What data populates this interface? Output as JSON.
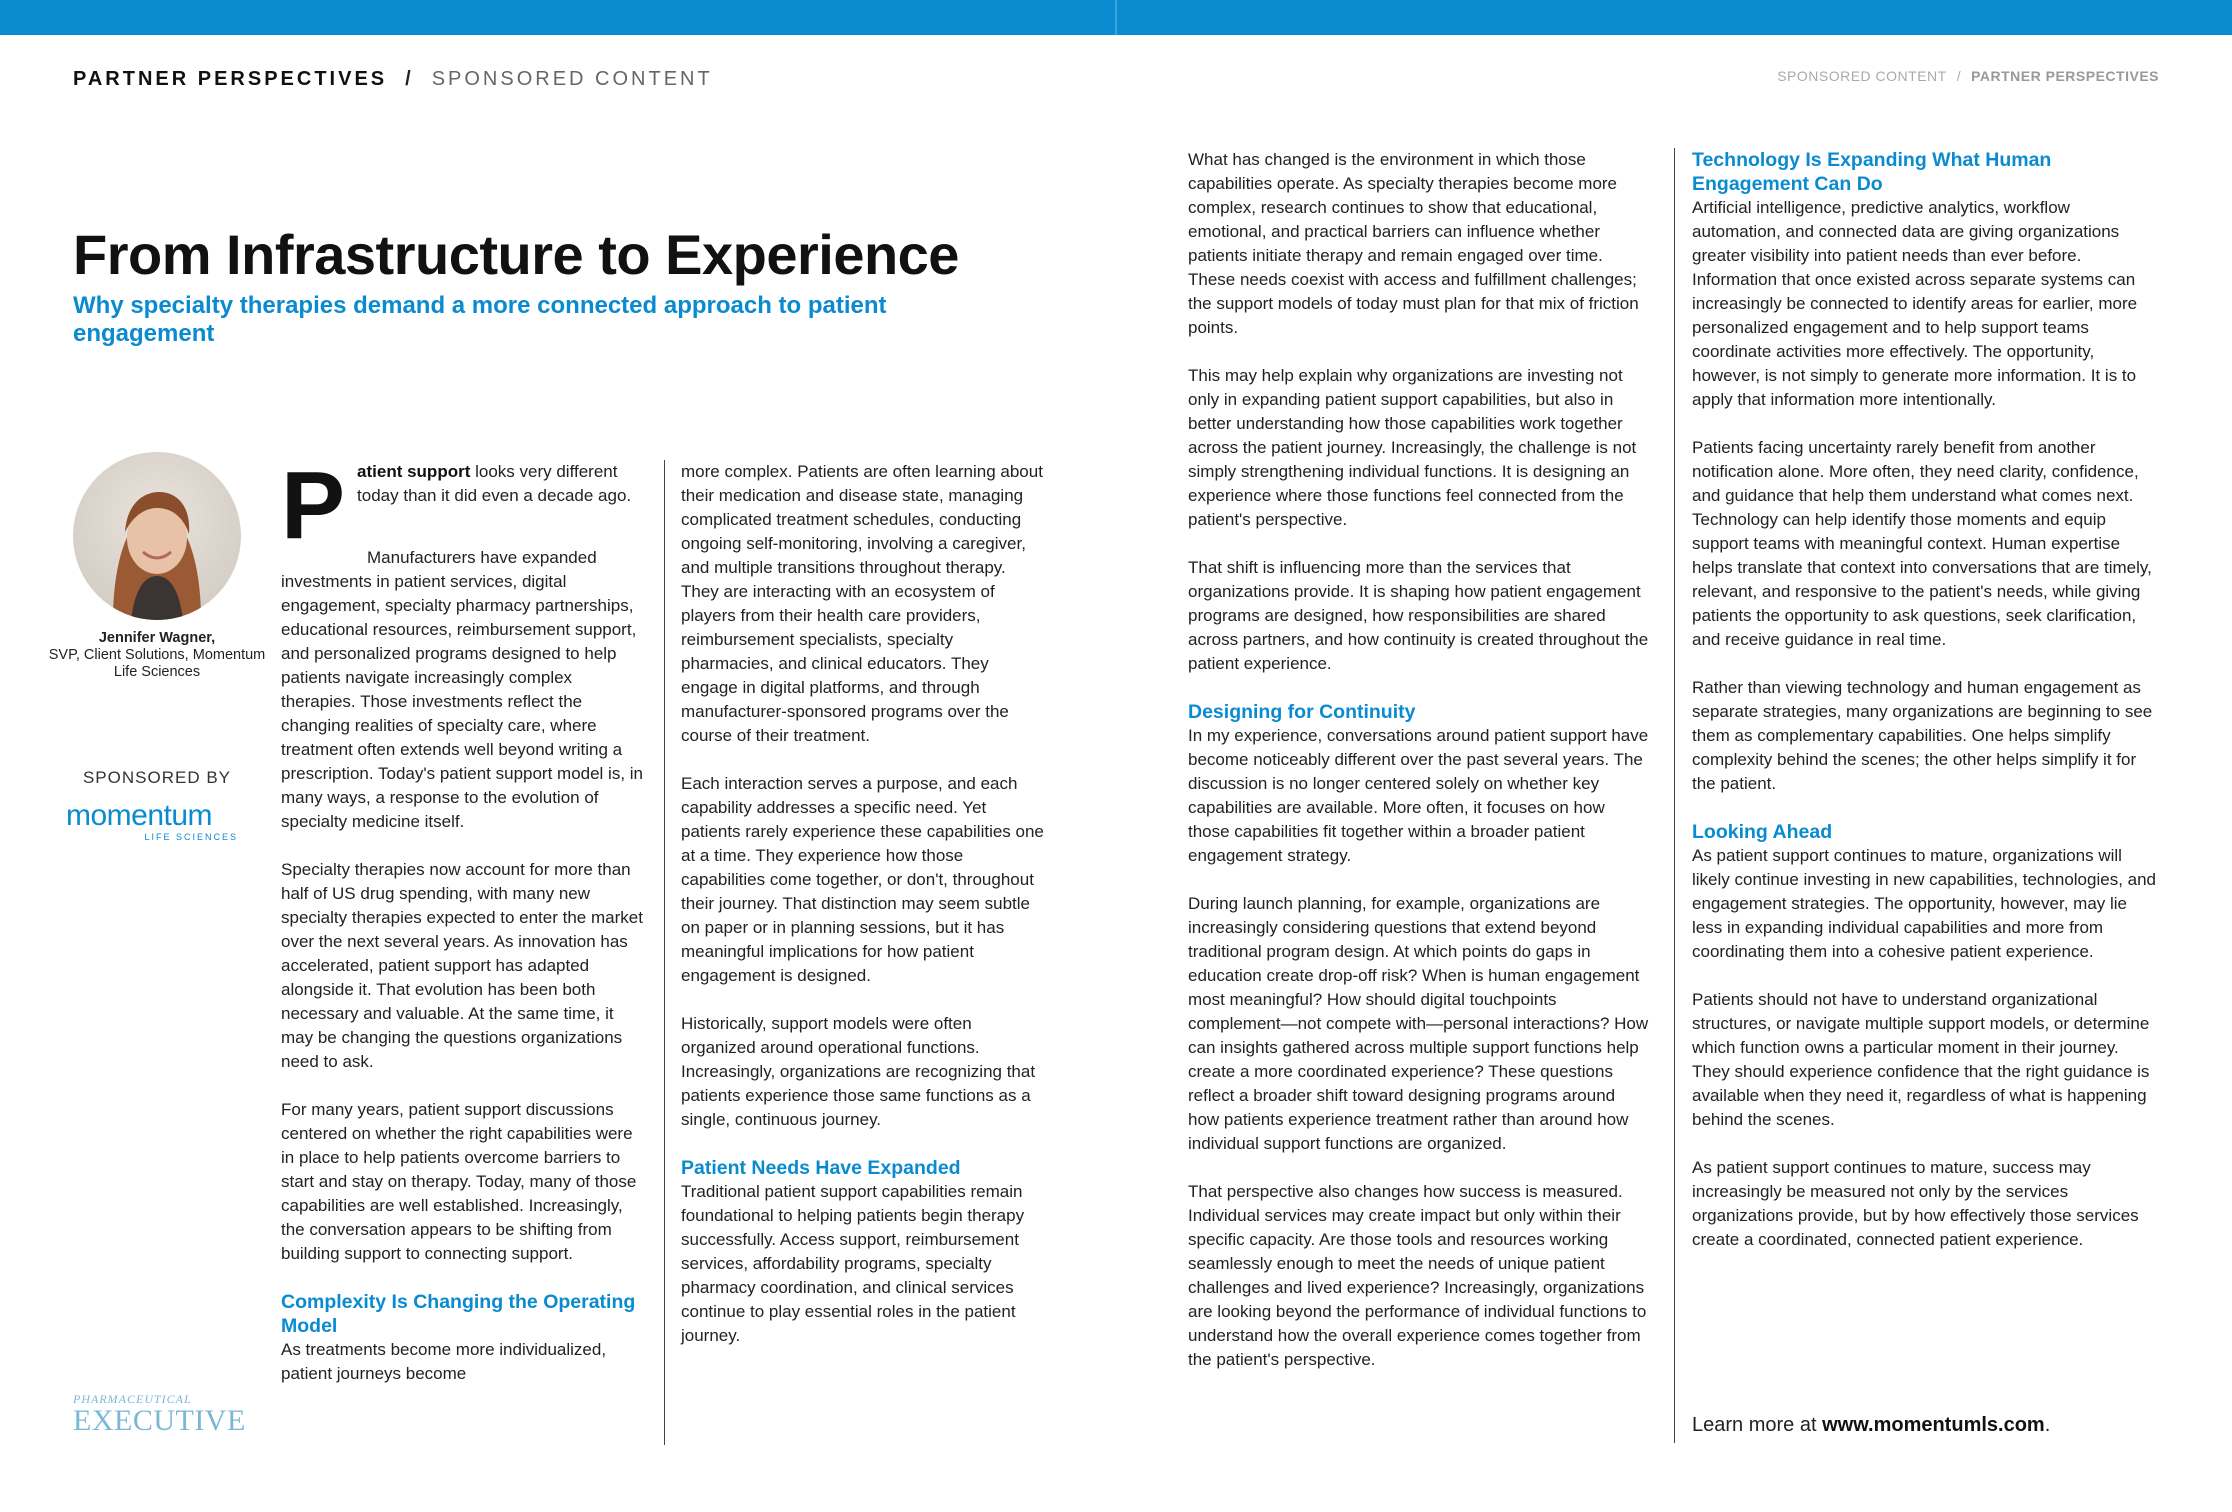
{
  "header": {
    "left_bold": "PARTNER PERSPECTIVES",
    "slash": "/",
    "left_thin": "SPONSORED CONTENT",
    "right_thin": "SPONSORED CONTENT",
    "right_slash": "/",
    "right_bold": "PARTNER PERSPECTIVES"
  },
  "article": {
    "title": "From Infrastructure to Experience",
    "subtitle": "Why specialty therapies demand a more connected approach to patient engagement"
  },
  "author": {
    "name": "Jennifer Wagner,",
    "role": "SVP, Client Solutions, Momentum Life Sciences"
  },
  "sponsor": {
    "label": "SPONSORED BY",
    "logo_word": "momentum",
    "logo_sub": "LIFE SCIENCES"
  },
  "publication_logo": {
    "small": "PHARMACEUTICAL",
    "big": "EXECUTIVE"
  },
  "col1": {
    "dropcap": "P",
    "lead_strong": "atient support",
    "lead_rest": " looks very different today than it did even a decade ago.",
    "p1": "Manufacturers have expanded investments in patient services, digital engagement, specialty pharmacy partnerships, educational resources, reimbursement support, and personalized programs designed to help patients navigate increasingly complex therapies. Those investments reflect the changing realities of specialty care, where treatment often extends well beyond writing a prescription. Today's patient support model is, in many ways, a response to the evolution of specialty medicine itself.",
    "p2": "Specialty therapies now account for more than half of US drug spending, with many new specialty therapies expected to enter the market over the next several years. As innovation has accelerated, patient support has adapted alongside it. That evolution has been both necessary and valuable. At the same time, it may be changing the questions organizations need to ask.",
    "p3": "For many years, patient support discussions centered on whether the right capabilities were in place to help patients overcome barriers to start and stay on therapy. Today, many of those capabilities are well established. Increasingly, the conversation appears to be shifting from building support to connecting support.",
    "h1": "Complexity Is Changing the Operating Model",
    "p4": "As treatments become more individualized, patient journeys become"
  },
  "col2": {
    "p1": "more complex. Patients are often learning about their medication and disease state, managing complicated treatment schedules, conducting ongoing self-monitoring, involving a caregiver, and multiple transitions throughout therapy. They are interacting with an ecosystem of players from their health care providers, reimbursement specialists, specialty pharmacies, and clinical educators. They engage in digital platforms, and through manufacturer-sponsored programs over the course of their treatment.",
    "p2": "Each interaction serves a purpose, and each capability addresses a specific need. Yet patients rarely experience these capabilities one at a time. They experience how those capabilities come together, or don't, throughout their journey. That distinction may seem subtle on paper or in planning sessions, but it has meaningful implications for how patient engagement is designed.",
    "p3": "Historically, support models were often organized around operational functions. Increasingly, organizations are recognizing that patients experience those same functions as a single, continuous journey.",
    "h1": "Patient Needs Have Expanded",
    "p4": "Traditional patient support capabilities remain foundational to helping patients begin therapy successfully. Access support, reimbursement services, affordability programs, specialty pharmacy coordination, and clinical services continue to play essential roles in the patient journey."
  },
  "col3": {
    "p1": "What has changed is the environment in which those capabilities operate. As specialty therapies become more complex, research continues to show that educational, emotional, and practical barriers can influence whether patients initiate therapy and remain engaged over time. These needs coexist with access and fulfillment challenges; the support models of today must plan for that mix of friction points.",
    "p2": "This may help explain why organizations are investing not only in expanding patient support capabilities, but also in better understanding how those capabilities work together across the patient journey. Increasingly, the challenge is not simply strengthening individual functions. It is designing an experience where those functions feel connected from the patient's perspective.",
    "p3": "That shift is influencing more than the services that organizations provide. It is shaping how patient engagement programs are designed, how responsibilities are shared across partners, and how continuity is created throughout the patient experience.",
    "h1": "Designing for Continuity",
    "p4": "In my experience, conversations around patient support have become noticeably different over the past several years. The discussion is no longer centered solely on whether key capabilities are available. More often, it focuses on how those capabilities fit together within a broader patient engagement strategy.",
    "p5": "During launch planning, for example, organizations are increasingly considering questions that extend beyond traditional program design. At which points do gaps in education create drop-off risk? When is human engagement most meaningful? How should digital touchpoints complement—not compete with—personal interactions? How can insights gathered across multiple support functions help create a more coordinated experience? These questions reflect a broader shift toward designing programs around how patients experience treatment rather than around how individual support functions are organized.",
    "p6": "That perspective also changes how success is measured. Individual services may create impact but only within their specific capacity. Are those tools and resources working seamlessly enough to meet the needs of unique patient challenges and lived experience? Increasingly, organizations are looking beyond the performance of individual functions to understand how the overall experience comes together from the patient's perspective."
  },
  "col4": {
    "h1": "Technology Is Expanding What Human Engagement Can Do",
    "p1": "Artificial intelligence, predictive analytics, workflow automation, and connected data are giving organizations greater visibility into patient needs than ever before. Information that once existed across separate systems can increasingly be connected to identify areas for earlier, more personalized engagement and to help support teams coordinate activities more effectively. The opportunity, however, is not simply to generate more information. It is to apply that information more intentionally.",
    "p2": "Patients facing uncertainty rarely benefit from another notification alone. More often, they need clarity, confidence, and guidance that help them understand what comes next. Technology can help identify those moments and equip support teams with meaningful context. Human expertise helps translate that context into conversations that are timely, relevant, and responsive to the patient's needs, while giving patients the opportunity to ask questions, seek clarification, and receive guidance in real time.",
    "p3": "Rather than viewing technology and human engagement as separate strategies, many organizations are beginning to see them as complementary capabilities. One helps simplify complexity behind the scenes; the other helps simplify it for the patient.",
    "h2": "Looking Ahead",
    "p4": "As patient support continues to mature, organizations will likely continue investing in new capabilities, technologies, and engagement strategies. The opportunity, however, may lie less in expanding individual capabilities and more from coordinating them into a cohesive patient experience.",
    "p5": "Patients should not have to understand organizational structures, or navigate multiple support models, or determine which function owns a particular moment in their journey. They should experience confidence that the right guidance is available when they need it, regardless of what is happening behind the scenes.",
    "p6": "As patient support continues to mature, success may increasingly be measured not only by the services organizations provide, but by how effectively those services create a coordinated, connected patient experience.",
    "learn_prefix": "Learn more at ",
    "learn_url": "www.momentumls.com",
    "learn_suffix": "."
  }
}
